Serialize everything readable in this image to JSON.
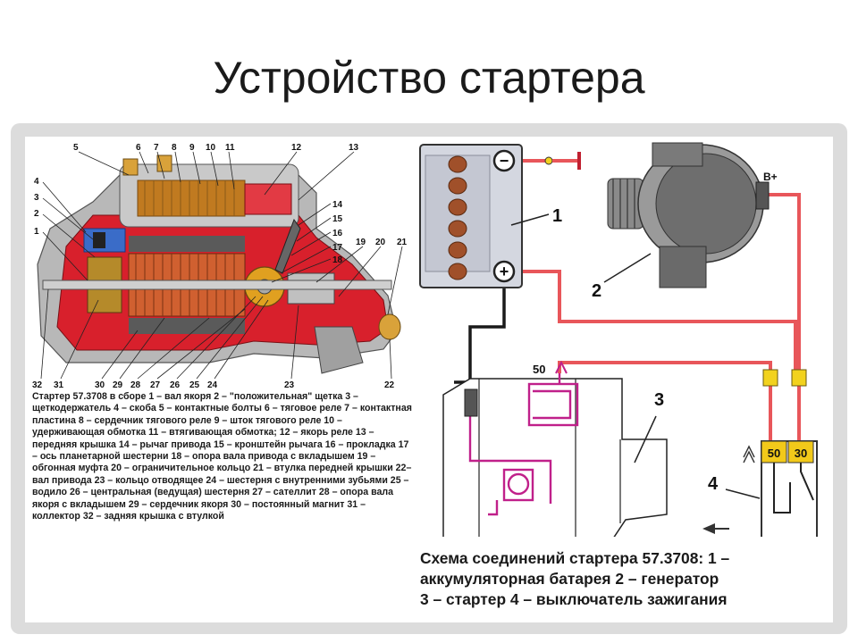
{
  "slide": {
    "title": "Устройство стартера"
  },
  "cutaway": {
    "callouts_top": [
      "5",
      "6",
      "7",
      "8",
      "9",
      "10",
      "11",
      "12",
      "13"
    ],
    "callouts_left": [
      "4",
      "3",
      "2",
      "1"
    ],
    "callouts_right": [
      "14",
      "15",
      "16",
      "17",
      "18",
      "19",
      "20",
      "21"
    ],
    "callouts_bottom": [
      "32",
      "31",
      "30",
      "29",
      "28",
      "27",
      "26",
      "25",
      "24",
      "23",
      "22"
    ],
    "description": "Стартер 57.3708 в сборе 1 – вал якоря 2 – \"положительная\" щетка 3 – щеткодержатель 4 – скоба 5 – контактные болты 6 – тяговое реле 7 – контактная пластина 8 – сердечник тягового реле 9 – шток тягового реле 10 – удерживающая обмотка 11 – втягивающая обмотка; 12 – якорь реле 13 – передняя крышка 14 – рычаг привода 15 – кронштейн рычага 16 – прокладка 17 – ось планетарной шестерни 18 – опора вала привода с вкладышем 19 – обгонная муфта 20 – ограничительное кольцо 21 – втулка передней крышки 22– вал привода 23 – кольцо отводящее 24 – шестерня с внутренними зубьями 25 – водило 26 – центральная (ведущая) шестерня 27 – сателлит 28 – опора вала якоря с вкладышем 29 – сердечник якоря 30 – постоянный магнит 31 – коллектор 32 – задняя крышка с втулкой"
  },
  "schema": {
    "labels": {
      "battery": "1",
      "generator": "2",
      "starter": "3",
      "ignition_switch": "4"
    },
    "battery_minus": "−",
    "battery_plus": "+",
    "generator_terminal": "B+",
    "starter_terminal": "50",
    "switch_terminals": [
      "50",
      "30"
    ],
    "caption": [
      "Схема соединений стартера 57.3708: 1 –",
      "аккумуляторная батарея 2 – генератор",
      "3 – стартер 4 – выключатель зажигания"
    ]
  },
  "colors": {
    "wire_red": "#e8565a",
    "wire_black": "#1a1a1a",
    "circuit_magenta": "#c0208a",
    "connector_yellow": "#f2d21e",
    "terminal_yellow": "#f2c91a",
    "body_red": "#d8202c",
    "winding_copper": "#c07a20"
  }
}
